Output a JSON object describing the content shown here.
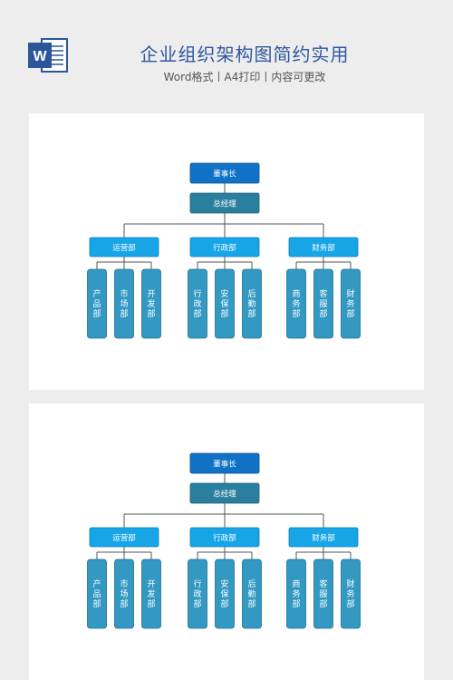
{
  "header": {
    "app_icon": "word-document-icon",
    "title": "企业组织架构图简约实用",
    "subtitle": "Word格式丨A4打印丨内容可更改"
  },
  "colors": {
    "top": "#1072c6",
    "manager": "#2a7f9e",
    "dept": "#16a6e8",
    "sub": "#3399c3",
    "line": "#555555"
  },
  "org": {
    "top": "董事长",
    "manager": "总经理",
    "departments": [
      {
        "name": "运营部",
        "subs": [
          "产品部",
          "市场部",
          "开发部"
        ]
      },
      {
        "name": "行政部",
        "subs": [
          "行政部",
          "安保部",
          "后勤部"
        ]
      },
      {
        "name": "财务部",
        "subs": [
          "商务部",
          "客服部",
          "财务部"
        ]
      }
    ]
  }
}
